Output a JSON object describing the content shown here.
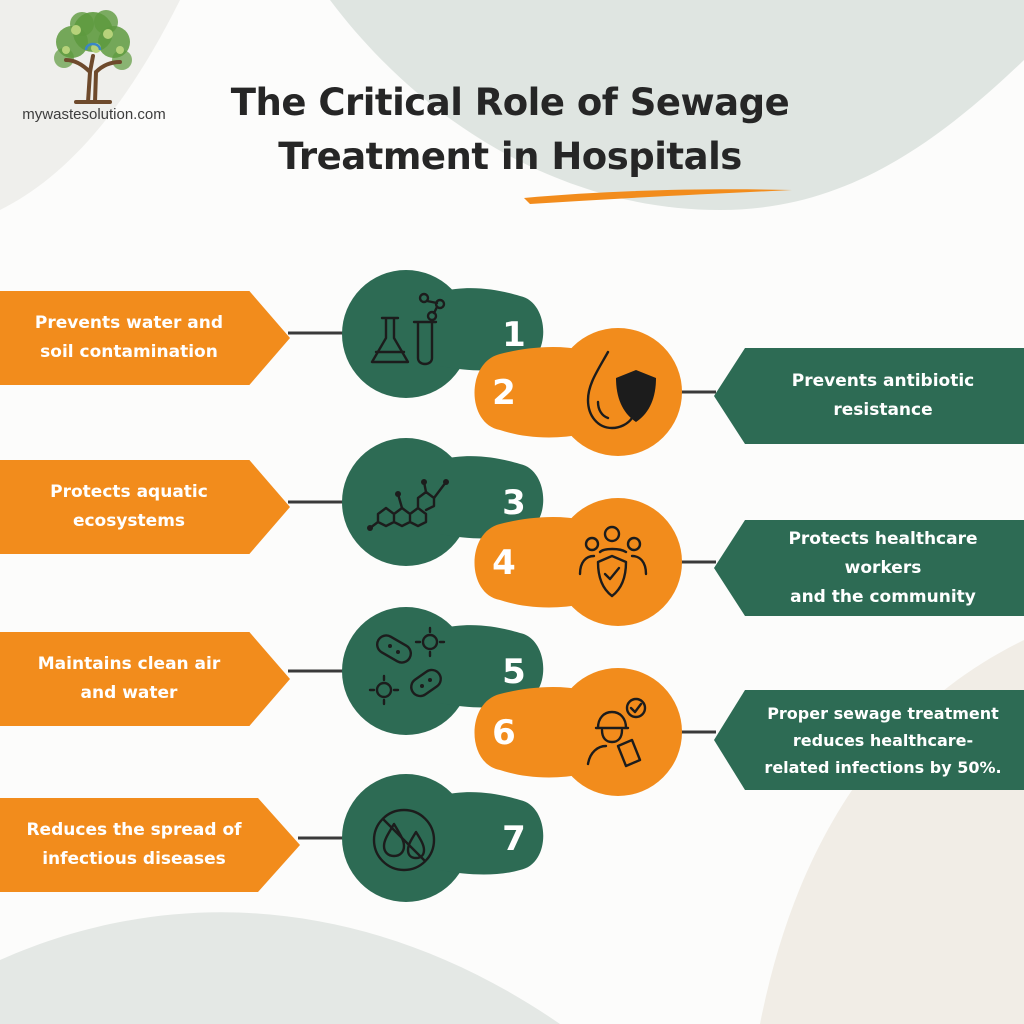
{
  "brand": {
    "site": "mywastesolution.com",
    "logo": "tree-logo"
  },
  "title": {
    "line1": "The Critical Role of Sewage",
    "line2": "Treatment in Hospitals"
  },
  "colors": {
    "orange": "#f28c1c",
    "green": "#2d6b54",
    "title": "#262626",
    "connector": "#3a3a3a"
  },
  "steps": [
    {
      "number": "1",
      "side": "left",
      "lines": [
        "Prevents water and",
        "soil contamination"
      ],
      "icon": "lab-flask-icon"
    },
    {
      "number": "2",
      "side": "right",
      "lines": [
        "Prevents antibiotic",
        "resistance"
      ],
      "icon": "drop-shield-icon"
    },
    {
      "number": "3",
      "side": "left",
      "lines": [
        "Protects aquatic",
        "ecosystems"
      ],
      "icon": "molecule-icon"
    },
    {
      "number": "4",
      "side": "right",
      "lines": [
        "Protects healthcare workers",
        "and the community"
      ],
      "icon": "people-shield-icon"
    },
    {
      "number": "5",
      "side": "left",
      "lines": [
        "Maintains clean air",
        "and water"
      ],
      "icon": "bacteria-icon"
    },
    {
      "number": "6",
      "side": "right",
      "lines": [
        "Proper sewage treatment",
        "reduces healthcare-",
        "related infections by 50%."
      ],
      "icon": "inspector-icon"
    },
    {
      "number": "7",
      "side": "left",
      "lines": [
        "Reduces the spread of",
        "infectious diseases"
      ],
      "icon": "no-drops-icon"
    }
  ]
}
